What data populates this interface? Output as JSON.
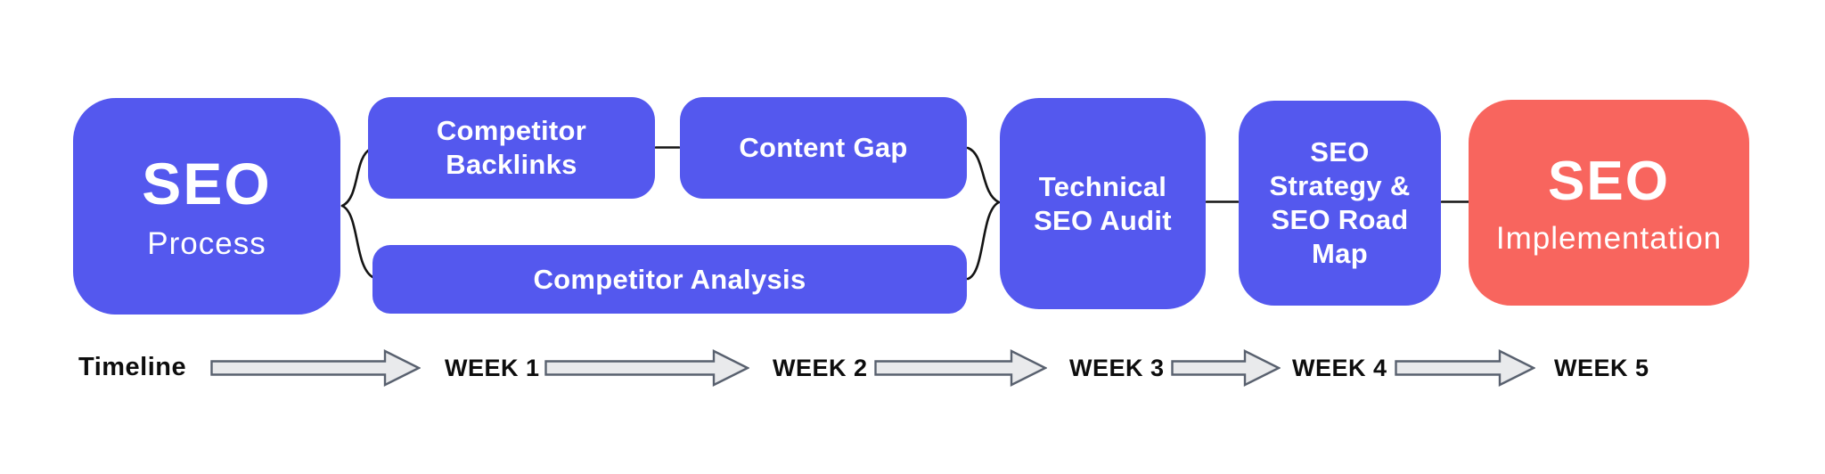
{
  "diagram": {
    "start_box": {
      "title": "SEO",
      "subtitle": "Process"
    },
    "nodes": [
      {
        "id": "competitor-backlinks",
        "label": "Competitor\nBacklinks"
      },
      {
        "id": "content-gap",
        "label": "Content Gap"
      },
      {
        "id": "competitor-analysis",
        "label": "Competitor Analysis"
      },
      {
        "id": "technical-seo-audit",
        "label": "Technical\nSEO Audit"
      },
      {
        "id": "seo-strategy-roadmap",
        "label": "SEO\nStrategy &\nSEO Road\nMap"
      }
    ],
    "end_box": {
      "title": "SEO",
      "subtitle": "Implementation"
    },
    "colors": {
      "primary": "#5458ee",
      "accent": "#f8655e",
      "connector": "#141414",
      "arrow_fill": "#e9eaec",
      "arrow_stroke": "#59616f",
      "box_text": "#ffffff",
      "timeline_text": "#0d0d0d"
    }
  },
  "timeline": {
    "label": "Timeline",
    "weeks": [
      "WEEK 1",
      "WEEK 2",
      "WEEK 3",
      "WEEK 4",
      "WEEK 5"
    ]
  }
}
